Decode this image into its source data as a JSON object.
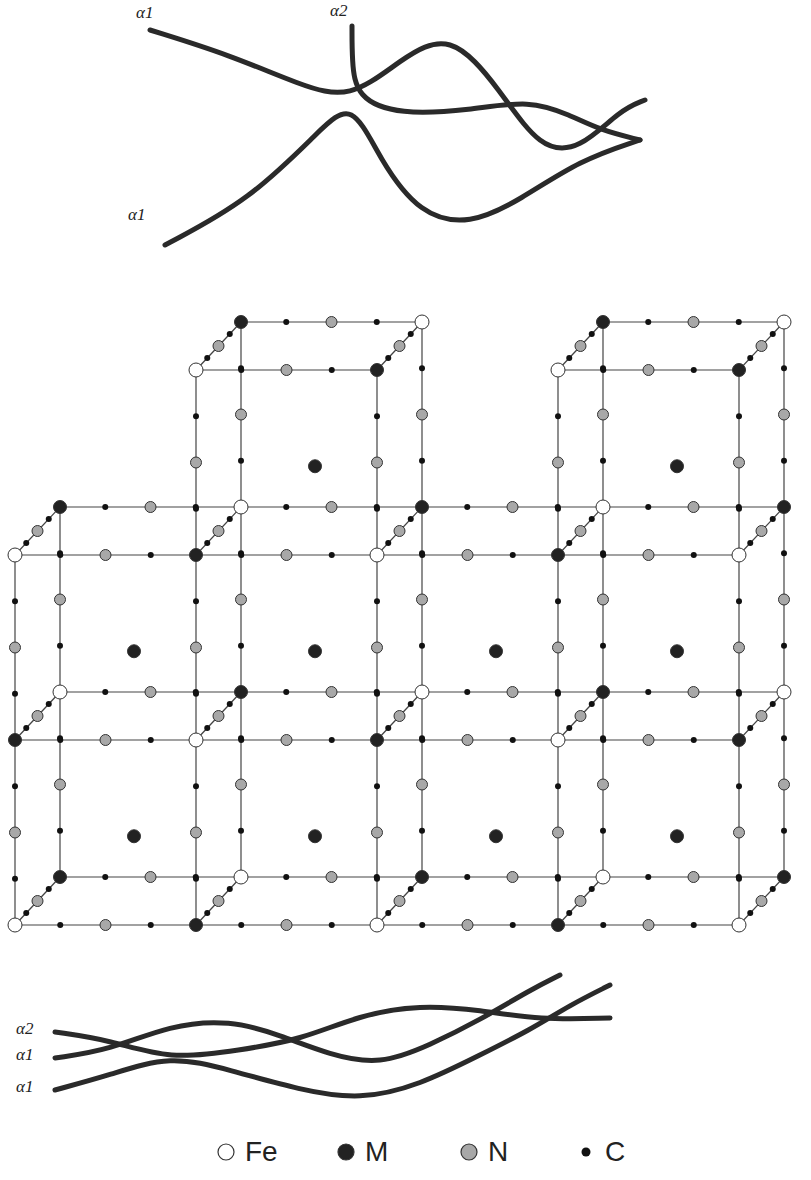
{
  "diagram": {
    "labels": [
      "α1",
      "α2",
      "α1",
      "α2",
      "α1",
      "α1"
    ],
    "legend": [
      {
        "text": "Fe",
        "color": "#ffffff"
      },
      {
        "text": "M",
        "color": "#222222"
      },
      {
        "text": "N",
        "color": "#a8a8a8"
      },
      {
        "text": "C",
        "color": "#111111"
      }
    ]
  }
}
